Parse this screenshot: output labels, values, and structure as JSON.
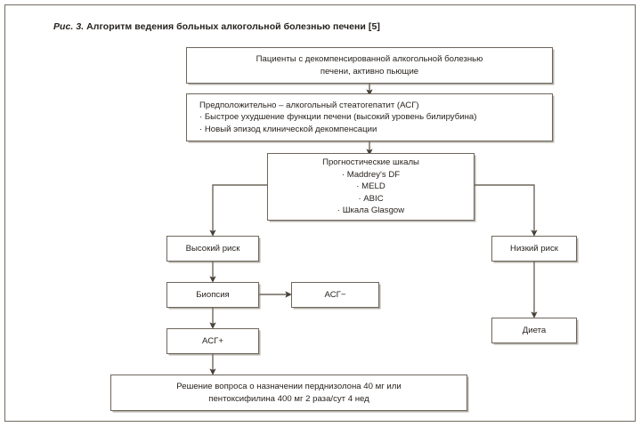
{
  "figure": {
    "number_label": "Рис. 3.",
    "title": "Алгоритм ведения больных алкогольной болезнью печени [5]",
    "border_color": "#6e665b",
    "text_color": "#241f1b",
    "background": "#ffffff"
  },
  "nodes": {
    "patients": {
      "name": "patients-box",
      "lines": [
        "Пациенты с декомпенсированной алкогольной болезнью",
        "печени, активно пьющие"
      ]
    },
    "presumed": {
      "name": "presumed-ash-box",
      "heading": "Предположительно – алкогольный стеатогепатит (АСГ)",
      "bullets": [
        "Быстрое ухудшение функции печени (высокий уровень билирубина)",
        "Новый эпизод клинической декомпенсации"
      ]
    },
    "scales": {
      "name": "prognostic-scales-box",
      "heading": "Прогностические шкалы",
      "bullets": [
        "Maddrey's DF",
        "MELD",
        "ABIC",
        "Шкала Glasgow"
      ]
    },
    "high_risk": {
      "name": "high-risk-box",
      "label": "Высокий риск"
    },
    "low_risk": {
      "name": "low-risk-box",
      "label": "Низкий риск"
    },
    "biopsy": {
      "name": "biopsy-box",
      "label": "Биопсия"
    },
    "ash_negative": {
      "name": "ash-negative-box",
      "label": "АСГ−"
    },
    "ash_positive": {
      "name": "ash-positive-box",
      "label": "АСГ+"
    },
    "diet": {
      "name": "diet-box",
      "label": "Диета"
    },
    "decision": {
      "name": "treatment-decision-box",
      "lines": [
        "Решение вопроса о назначении перднизолона 40 мг или",
        "пентоксифилина 400 мг 2 раза/сут 4 нед"
      ]
    }
  },
  "edges": [
    {
      "name": "edge-patients-to-presumed",
      "from": "patients",
      "to": "presumed",
      "style": "vertical-arrow"
    },
    {
      "name": "edge-presumed-to-scales",
      "from": "presumed",
      "to": "scales",
      "style": "vertical-arrow"
    },
    {
      "name": "edge-scales-to-high-risk",
      "from": "scales",
      "to": "high_risk",
      "style": "elbow-left-arrow"
    },
    {
      "name": "edge-scales-to-low-risk",
      "from": "scales",
      "to": "low_risk",
      "style": "elbow-right-arrow"
    },
    {
      "name": "edge-high-risk-to-biopsy",
      "from": "high_risk",
      "to": "biopsy",
      "style": "vertical-arrow"
    },
    {
      "name": "edge-biopsy-to-ash-negative",
      "from": "biopsy",
      "to": "ash_negative",
      "style": "horizontal-arrow"
    },
    {
      "name": "edge-biopsy-to-ash-positive",
      "from": "biopsy",
      "to": "ash_positive",
      "style": "vertical-arrow"
    },
    {
      "name": "edge-ash-positive-to-decision",
      "from": "ash_positive",
      "to": "decision",
      "style": "vertical-arrow"
    },
    {
      "name": "edge-low-risk-to-diet",
      "from": "low_risk",
      "to": "diet",
      "style": "vertical-arrow"
    }
  ]
}
